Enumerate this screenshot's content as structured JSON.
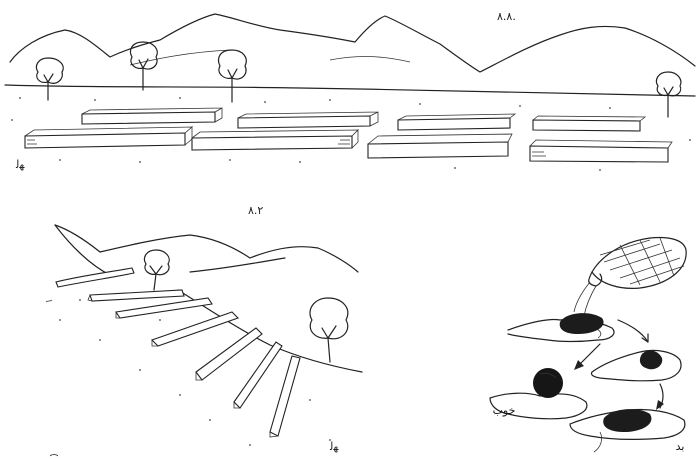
{
  "figures": {
    "top": {
      "label": "۸.۸.",
      "signature": "ﻬﻟ"
    },
    "middle": {
      "label": "۸.۲",
      "signature": "ﻬﻟ"
    },
    "right": {
      "good_label": "خوب",
      "bad_label": "بد"
    }
  }
}
